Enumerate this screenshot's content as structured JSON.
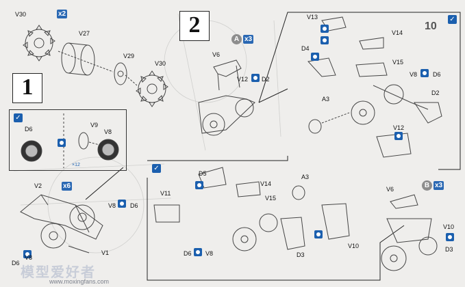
{
  "steps": {
    "one": "1",
    "two": "2"
  },
  "multipliers": {
    "v30": "x2",
    "v2": "x6",
    "a": "x3",
    "b": "x3"
  },
  "subassemblies": {
    "a": "A",
    "b": "B"
  },
  "step1": {
    "parts": {
      "v30_top": "V30",
      "v27": "V27",
      "v29": "V29",
      "v30_right": "V30",
      "d6": "D6",
      "v9": "V9",
      "v8": "V8",
      "v2": "V2",
      "v8_mid": "V8",
      "d6_mid": "D6",
      "d6_bottom": "D6",
      "v8_bottom": "V8",
      "v1": "V1"
    },
    "detail_tag": "×12"
  },
  "step2": {
    "left": {
      "v6": "V6",
      "v12": "V12",
      "d2": "D2"
    },
    "topright": {
      "v13": "V13",
      "v14": "V14",
      "d4": "D4",
      "v15": "V15",
      "v8": "V8",
      "d6": "D6",
      "a3": "A3",
      "d2": "D2",
      "v12": "V12",
      "page_badge": "10"
    },
    "bottom": {
      "d5": "D5",
      "v11": "V11",
      "v14": "V14",
      "v15": "V15",
      "a3": "A3",
      "d3": "D3",
      "v10": "V10",
      "d6": "D6",
      "v8": "V8"
    },
    "right": {
      "v6": "V6",
      "v10": "V10",
      "d3": "D3"
    }
  },
  "watermark": {
    "chinese": "模型爱好者",
    "url": "www.moxingfans.com"
  }
}
